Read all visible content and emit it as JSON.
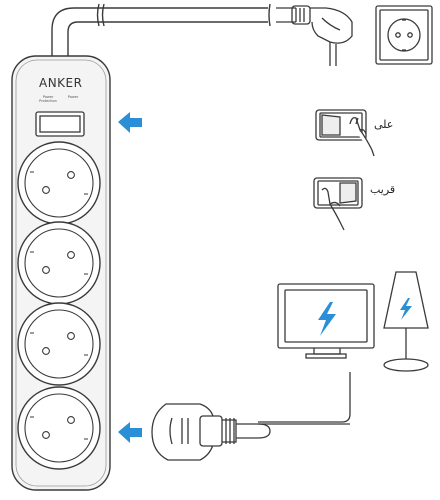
{
  "brand": "ANKER",
  "switch_label_left": "Power Protection",
  "switch_label_right": "Power",
  "label_on": "على",
  "label_off": "قريب",
  "colors": {
    "arrow": "#2a8fd6",
    "bolt": "#2a8fd6",
    "outline": "#3a3a3a",
    "strip_body": "#f4f4f4",
    "socket_face": "#ffffff"
  },
  "icons": {
    "arrow_switch": "arrow-left-icon",
    "arrow_plug": "arrow-left-icon",
    "monitor_bolt": "lightning-icon",
    "lamp_bolt": "lightning-icon"
  }
}
